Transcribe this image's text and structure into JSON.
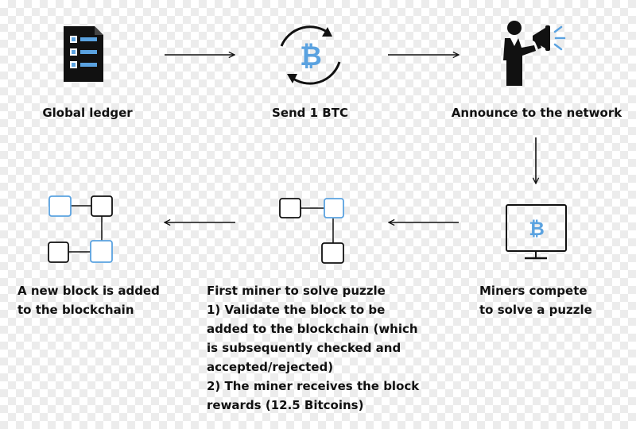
{
  "colors": {
    "accent": "#5aa2e0",
    "ink": "#111111"
  },
  "steps": {
    "global_ledger": {
      "label": "Global ledger",
      "icon": "document-list-icon"
    },
    "send_btc": {
      "label": "Send 1 BTC",
      "icon": "bitcoin-cycle-icon"
    },
    "announce": {
      "label": "Announce to the network",
      "icon": "megaphone-speaker-icon"
    },
    "miners": {
      "lines": [
        "Miners compete",
        "to solve a puzzle"
      ],
      "icon": "monitor-bitcoin-icon"
    },
    "first_miner": {
      "lines": [
        "First miner to solve puzzle",
        "1) Validate the block to be",
        "added to the blockchain (which",
        "is subsequently checked and",
        "accepted/rejected)",
        "2) The miner receives the block",
        "rewards (12.5 Bitcoins)"
      ],
      "icon": "block-validation-icon"
    },
    "new_block": {
      "lines": [
        "A new block is added",
        "to the blockchain"
      ],
      "icon": "blockchain-icon"
    }
  }
}
